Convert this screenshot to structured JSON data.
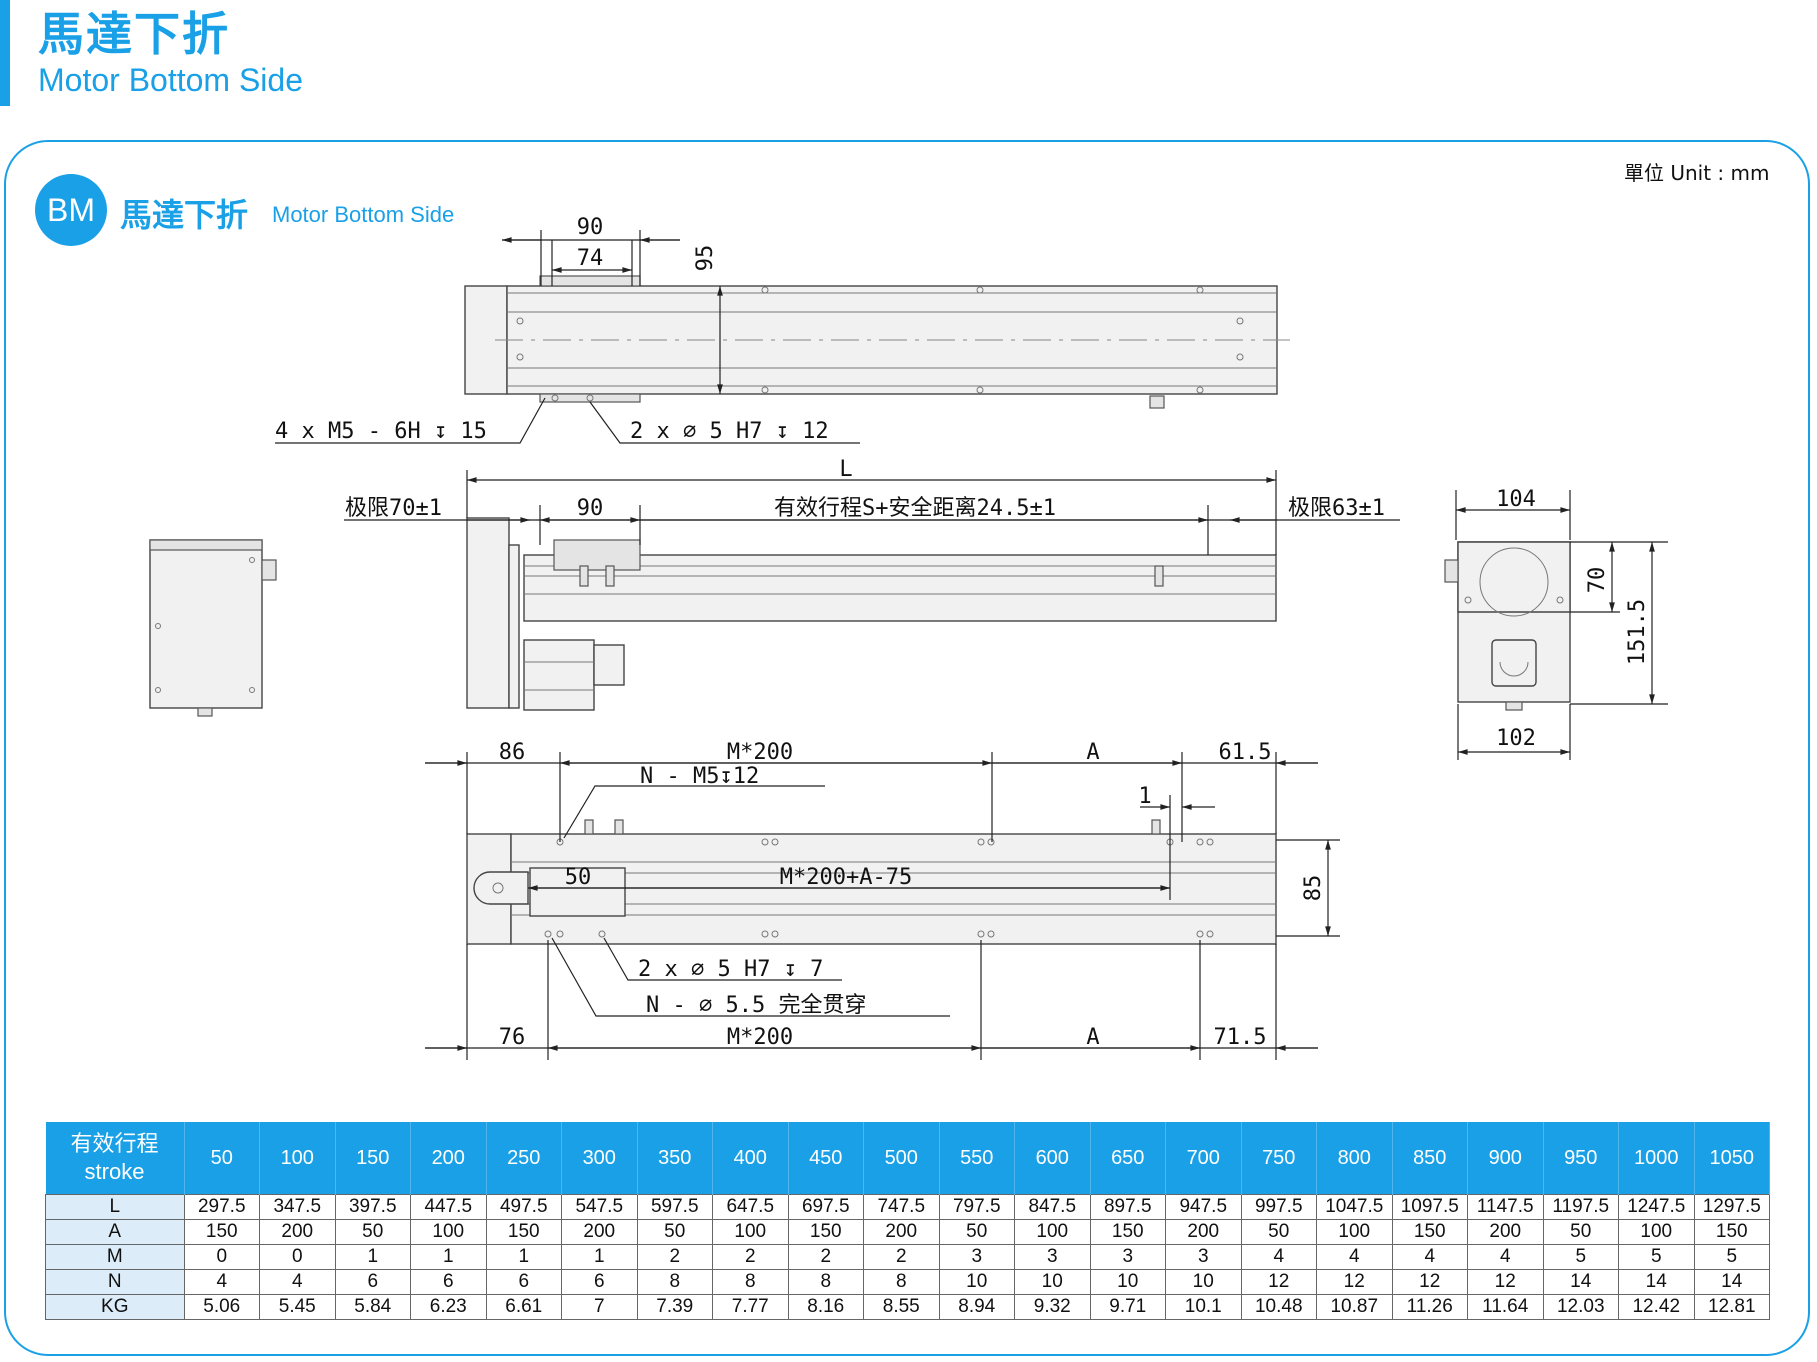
{
  "page": {
    "title_cn": "馬達下折",
    "title_en": "Motor Bottom Side",
    "unit_label": "單位 Unit : mm",
    "badge": "BM",
    "section_cn": "馬達下折",
    "section_en": "Motor Bottom Side"
  },
  "colors": {
    "accent": "#1aa0e6",
    "row_header": "#dcecf8"
  },
  "drawing": {
    "top_view": {
      "dim_90": "90",
      "dim_74": "74",
      "dim_95": "95",
      "callout_tap": "4 x  M5 - 6H ↧ 15",
      "callout_pin": "2 x  ∅  5 H7  ↧  12"
    },
    "side_view": {
      "dim_L": "L",
      "limit_left": "极限70±1",
      "dim_90": "90",
      "effective": "有效行程S+安全距离24.5±1",
      "limit_right": "极限63±1"
    },
    "end_view": {
      "dim_104": "104",
      "dim_70": "70",
      "dim_151_5": "151.5",
      "dim_102": "102"
    },
    "bottom_view": {
      "dim_86": "86",
      "dim_m200_top": "M*200",
      "dim_A_top": "A",
      "dim_61_5": "61.5",
      "callout_n_m5": "N - M5↧12",
      "dim_1": "1",
      "dim_50": "50",
      "dim_m200_a75": "M*200+A-75",
      "dim_85": "85",
      "callout_pin": "2 x  ∅  5 H7  ↧  7",
      "callout_through": "N - ∅  5.5 完全贯穿",
      "dim_76": "76",
      "dim_m200_bottom": "M*200",
      "dim_A_bottom": "A",
      "dim_71_5": "71.5"
    }
  },
  "table": {
    "header_cn": "有效行程",
    "header_en": "stroke",
    "strokes": [
      "50",
      "100",
      "150",
      "200",
      "250",
      "300",
      "350",
      "400",
      "450",
      "500",
      "550",
      "600",
      "650",
      "700",
      "750",
      "800",
      "850",
      "900",
      "950",
      "1000",
      "1050"
    ],
    "rows": [
      {
        "label": "L",
        "values": [
          "297.5",
          "347.5",
          "397.5",
          "447.5",
          "497.5",
          "547.5",
          "597.5",
          "647.5",
          "697.5",
          "747.5",
          "797.5",
          "847.5",
          "897.5",
          "947.5",
          "997.5",
          "1047.5",
          "1097.5",
          "1147.5",
          "1197.5",
          "1247.5",
          "1297.5"
        ]
      },
      {
        "label": "A",
        "values": [
          "150",
          "200",
          "50",
          "100",
          "150",
          "200",
          "50",
          "100",
          "150",
          "200",
          "50",
          "100",
          "150",
          "200",
          "50",
          "100",
          "150",
          "200",
          "50",
          "100",
          "150"
        ]
      },
      {
        "label": "M",
        "values": [
          "0",
          "0",
          "1",
          "1",
          "1",
          "1",
          "2",
          "2",
          "2",
          "2",
          "3",
          "3",
          "3",
          "3",
          "4",
          "4",
          "4",
          "4",
          "5",
          "5",
          "5"
        ]
      },
      {
        "label": "N",
        "values": [
          "4",
          "4",
          "6",
          "6",
          "6",
          "6",
          "8",
          "8",
          "8",
          "8",
          "10",
          "10",
          "10",
          "10",
          "12",
          "12",
          "12",
          "12",
          "14",
          "14",
          "14"
        ]
      },
      {
        "label": "KG",
        "values": [
          "5.06",
          "5.45",
          "5.84",
          "6.23",
          "6.61",
          "7",
          "7.39",
          "7.77",
          "8.16",
          "8.55",
          "8.94",
          "9.32",
          "9.71",
          "10.1",
          "10.48",
          "10.87",
          "11.26",
          "11.64",
          "12.03",
          "12.42",
          "12.81"
        ]
      }
    ]
  }
}
